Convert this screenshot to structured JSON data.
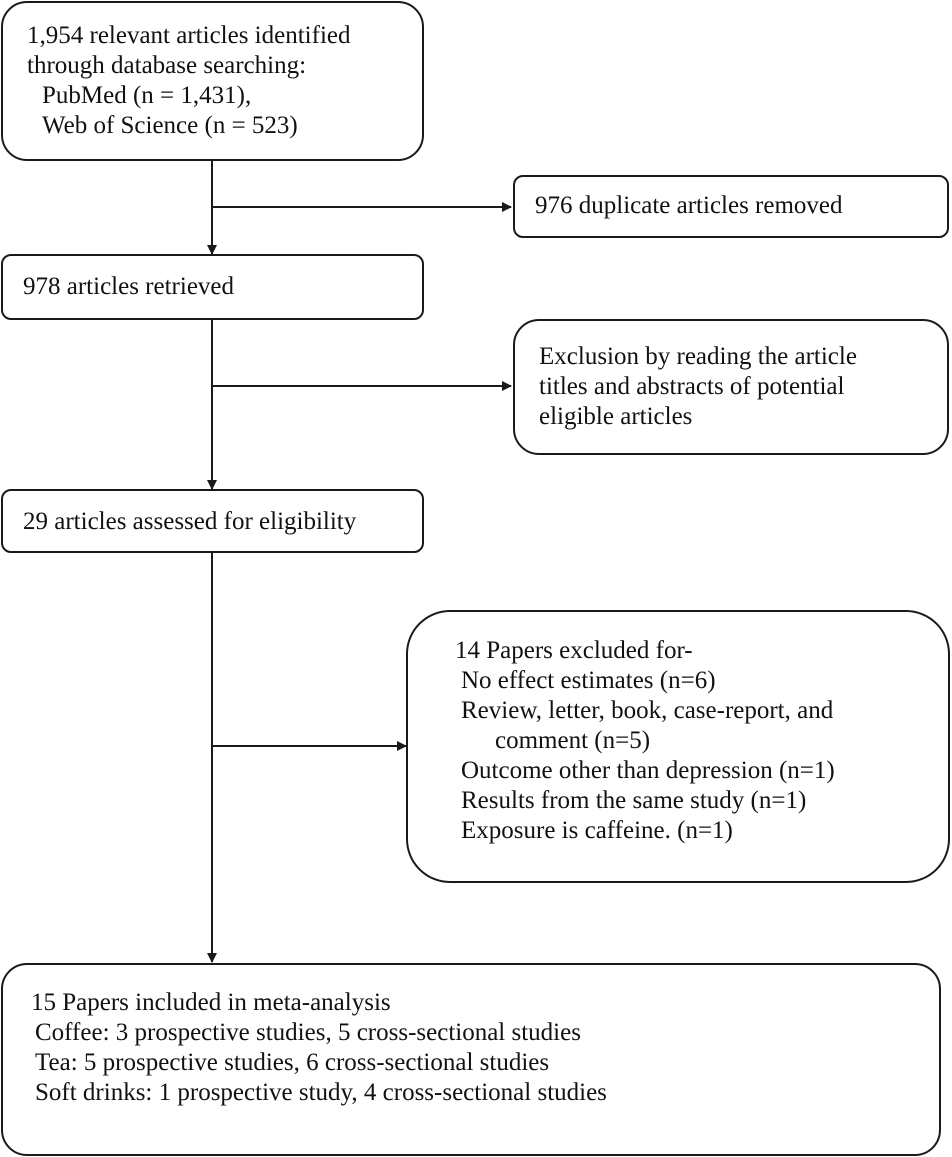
{
  "diagram": {
    "colors": {
      "stroke": "#1a1a1a",
      "text": "#111111",
      "background": "#ffffff"
    },
    "identification": {
      "lines": [
        "1,954 relevant articles identified",
        "through database searching:",
        "  PubMed (n = 1,431),",
        "  Web of Science (n = 523)"
      ]
    },
    "duplicates": {
      "lines": [
        "976 duplicate articles removed"
      ]
    },
    "retrieved": {
      "lines": [
        "978 articles retrieved"
      ]
    },
    "title_abstract_exclusion": {
      "lines": [
        "Exclusion by reading the article",
        "titles and abstracts of potential",
        "eligible articles"
      ]
    },
    "eligibility": {
      "lines": [
        "29 articles assessed for eligibility"
      ]
    },
    "fulltext_exclusion": {
      "lines": [
        "14 Papers excluded for-",
        "No effect estimates (n=6)",
        "Review, letter, book, case-report, and",
        "comment (n=5)",
        "Outcome other than depression (n=1)",
        "Results from the same study (n=1)",
        "Exposure is caffeine. (n=1)"
      ]
    },
    "included": {
      "lines": [
        "15 Papers included in meta-analysis",
        "Coffee: 3 prospective studies, 5 cross-sectional studies",
        "Tea: 5 prospective studies, 6 cross-sectional studies",
        "Soft drinks: 1 prospective study, 4 cross-sectional studies"
      ]
    }
  }
}
